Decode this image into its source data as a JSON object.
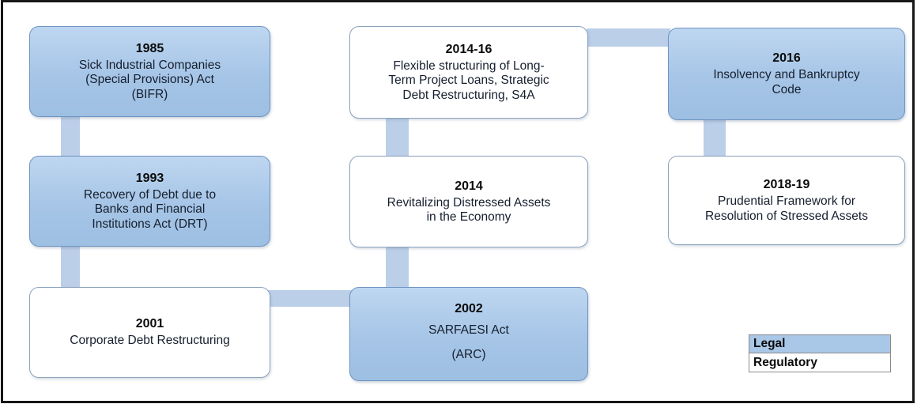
{
  "diagram": {
    "title_hint": "Evolution of legal and regulatory frameworks for stressed asset resolution",
    "boxes": [
      {
        "year": "1985",
        "title": "Sick Industrial Companies\n(Special Provisions) Act\n(BIFR)",
        "type": "Legal"
      },
      {
        "year": "1993",
        "title": "Recovery of Debt due to\nBanks and Financial\nInstitutions Act (DRT)",
        "type": "Legal"
      },
      {
        "year": "2001",
        "title": "Corporate Debt Restructuring",
        "type": "Regulatory"
      },
      {
        "year": "2014-16",
        "title": "Flexible structuring of Long-\nTerm Project Loans, Strategic\nDebt Restructuring, S4A",
        "type": "Regulatory"
      },
      {
        "year": "2014",
        "title": "Revitalizing Distressed Assets\nin the Economy",
        "type": "Regulatory"
      },
      {
        "year": "2002",
        "title": "SARFAESI Act\n(ARC)",
        "type": "Legal"
      },
      {
        "year": "2016",
        "title": "Insolvency and Bankruptcy\nCode",
        "type": "Legal"
      },
      {
        "year": "2018-19",
        "title": "Prudential Framework for\nResolution of Stressed Assets",
        "type": "Regulatory"
      }
    ],
    "legend": {
      "items": [
        {
          "label": "Legal",
          "swatch": "#a9c7e7"
        },
        {
          "label": "Regulatory",
          "swatch": "#ffffff"
        }
      ]
    },
    "palette": {
      "legal_fill_top": "#bed6f0",
      "legal_fill_bottom": "#9dbfe2",
      "legal_border": "#6f95c1",
      "regulatory_fill": "#ffffff",
      "regulatory_border": "#8aa3bd",
      "connector": "#bccfe9",
      "frame_border": "#171717",
      "text": "#161f2e"
    }
  }
}
